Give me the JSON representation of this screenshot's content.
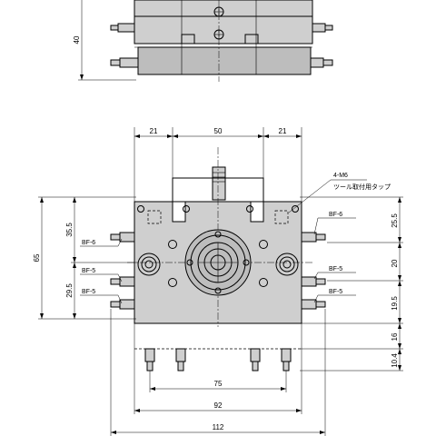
{
  "dimensions": {
    "top_view_height": "40",
    "left_width": "21",
    "center_width": "50",
    "right_width": "21",
    "total_height": "65",
    "upper_left_height": "35.5",
    "lower_left_height": "29.5",
    "right_upper_height": "25.5",
    "right_mid_height": "20",
    "right_lower_height": "19.5",
    "fitting_height": "16",
    "fitting_offset": "10.4",
    "fitting_spacing": "75",
    "body_width": "92",
    "overall_width": "112"
  },
  "callouts": {
    "tap_spec": "4-M6",
    "tap_note": "ツール取付用タップ",
    "left_top": "BF-6",
    "left_mid": "BF-5",
    "left_bottom": "BF-5",
    "right_top": "BF-6",
    "right_mid": "BF-5",
    "right_bottom": "BF-5"
  }
}
